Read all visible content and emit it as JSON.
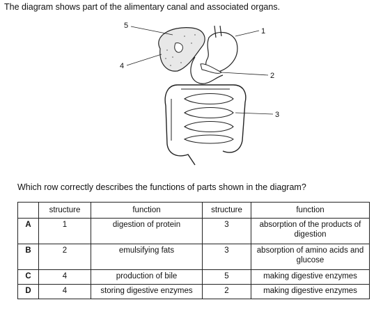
{
  "intro_text": "The diagram shows part of the alimentary canal and associated organs.",
  "question_text": "Which row correctly describes the functions of parts shown in the diagram?",
  "diagram_labels": [
    "5",
    "1",
    "4",
    "2",
    "3"
  ],
  "table": {
    "headers": [
      "",
      "structure",
      "function",
      "structure",
      "function"
    ],
    "rows": [
      {
        "option": "A",
        "s1": "1",
        "f1": "digestion of protein",
        "s2": "3",
        "f2": "absorption of the products of digestion"
      },
      {
        "option": "B",
        "s1": "2",
        "f1": "emulsifying fats",
        "s2": "3",
        "f2": "absorption of amino acids and glucose"
      },
      {
        "option": "C",
        "s1": "4",
        "f1": "production of bile",
        "s2": "5",
        "f2": "making digestive enzymes"
      },
      {
        "option": "D",
        "s1": "4",
        "f1": "storing digestive enzymes",
        "s2": "2",
        "f2": "making digestive enzymes"
      }
    ]
  }
}
